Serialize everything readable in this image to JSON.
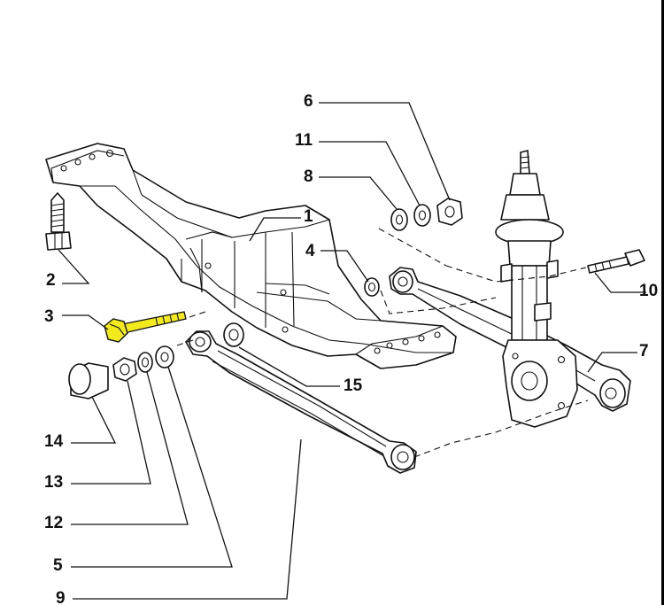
{
  "callouts": {
    "c1": "1",
    "c2": "2",
    "c3": "3",
    "c4": "4",
    "c5": "5",
    "c6": "6",
    "c7": "7",
    "c8": "8",
    "c9": "9",
    "c10": "10",
    "c11": "11",
    "c12": "12",
    "c13": "13",
    "c14": "14",
    "c15": "15"
  },
  "colors": {
    "highlight_bolt": "#f2ea1c",
    "line": "#111111",
    "background": "#ffffff"
  }
}
